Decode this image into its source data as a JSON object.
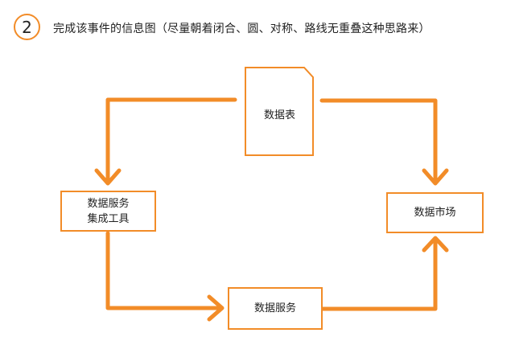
{
  "step": {
    "number": "2"
  },
  "heading": "完成该事件的信息图（尽量朝着闭合、圆、对称、路线无重叠这种思路来）",
  "nodes": {
    "data_table": {
      "label": "数据表"
    },
    "integration_tool": {
      "line1": "数据服务",
      "line2": "集成工具"
    },
    "data_market": {
      "label": "数据市场"
    },
    "data_service": {
      "label": "数据服务"
    }
  },
  "colors": {
    "accent": "#f28c28",
    "text": "#222222",
    "background": "#ffffff"
  }
}
